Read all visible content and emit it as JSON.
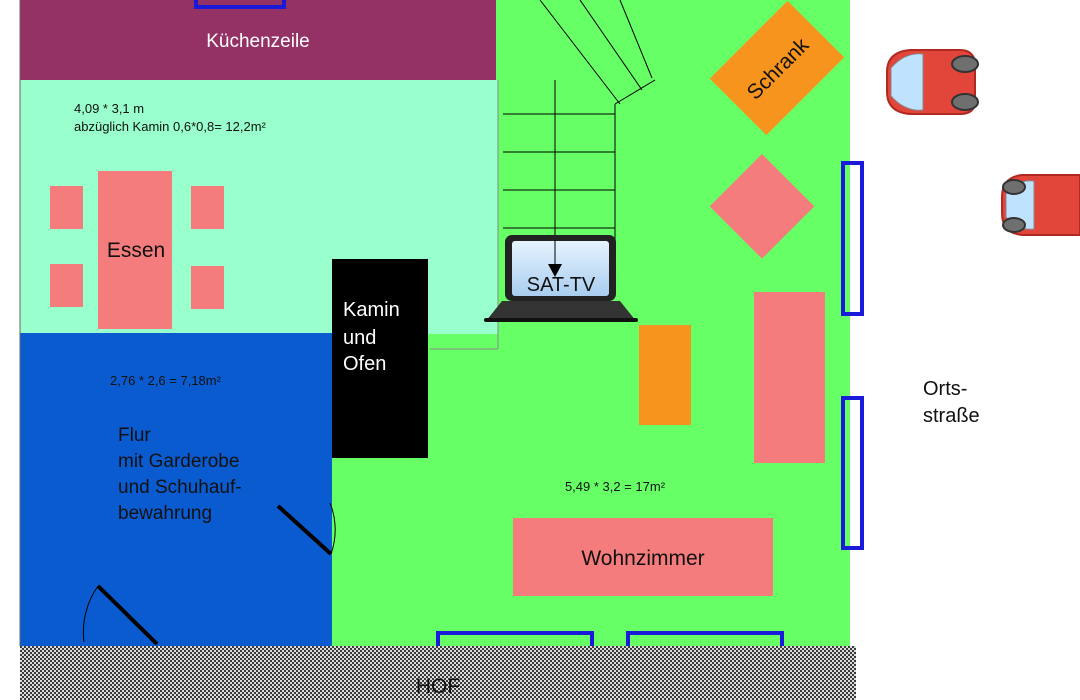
{
  "rooms": {
    "kitchen": {
      "label": "Küchenzeile",
      "color": "#943265"
    },
    "dining": {
      "dimension": "4,09 * 3,1 m",
      "area_note": "abzüglich Kamin 0,6*0,8= 12,2m²",
      "table_label": "Essen",
      "color": "#99ffcc"
    },
    "hallway": {
      "dimension": "2,76 * 2,6 = 7,18m²",
      "label_lines": [
        "Flur",
        "mit Garderobe",
        "und Schuhauf-",
        "bewahrung"
      ],
      "color": "#0a5bcf"
    },
    "living": {
      "dimension": "5,49 * 3,2 = 17m²",
      "sofa_label": "Wohnzimmer",
      "color": "#66ff66"
    }
  },
  "furniture": {
    "fireplace_lines": [
      "Kamin",
      "und",
      "Ofen"
    ],
    "cabinet_label": "Schrank",
    "tv_label": "SAT-TV",
    "furniture_color": "#f47c7c",
    "orange_color": "#f7941d"
  },
  "outside": {
    "street_lines": [
      "Orts-",
      "straße"
    ],
    "yard_label": "HOF"
  },
  "window_color": "#1a1adb"
}
